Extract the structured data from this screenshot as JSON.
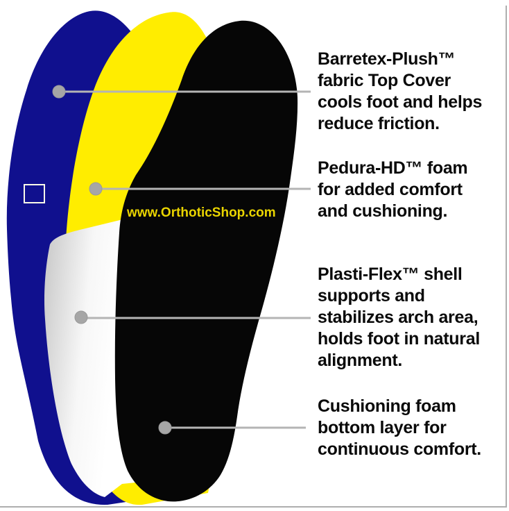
{
  "diagram": {
    "watermark": "www.OrthoticShop.com",
    "callouts": [
      {
        "target_layer": "fabric-top-cover",
        "lines": [
          "Barretex-Plush™",
          "fabric Top Cover",
          "cools foot and helps",
          "reduce friction."
        ]
      },
      {
        "target_layer": "pedura-hd-foam",
        "lines": [
          "Pedura-HD™ foam",
          "for added comfort",
          "and cushioning."
        ]
      },
      {
        "target_layer": "plasti-flex-shell",
        "lines": [
          "Plasti-Flex™ shell",
          "supports and",
          "stabilizes arch area,",
          "holds foot in natural",
          "alignment."
        ]
      },
      {
        "target_layer": "cushioning-foam",
        "lines": [
          "Cushioning foam",
          "bottom layer for",
          "continuous comfort."
        ]
      }
    ],
    "colors": {
      "top_cover_blue": "#10108e",
      "foam_yellow": "#ffed00",
      "shell_white_edge": "#c9c9c9",
      "shell_white": "#ffffff",
      "bottom_foam_black": "#060606",
      "callout_line_gray": "#b4b4b4",
      "callout_dot_gray": "#a6a6a6",
      "square_marker_stroke": "#fafae8",
      "watermark_yellow": "#e9d400",
      "label_text": "#0a0a0a"
    }
  }
}
